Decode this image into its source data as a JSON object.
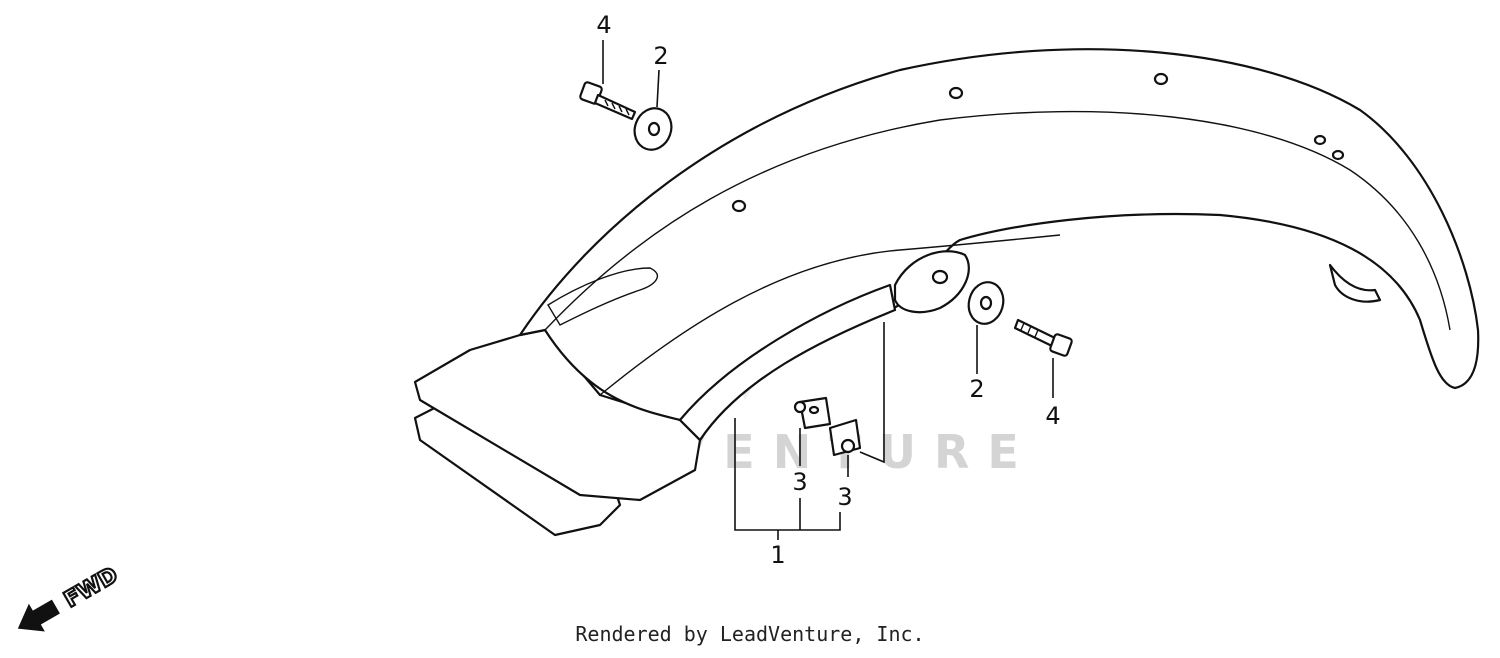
{
  "watermark": "LEADVENTURE",
  "fwd_label": "FWD",
  "footer": "Rendered by LeadVenture, Inc.",
  "callouts": {
    "bolt_top": "4",
    "washer_top": "2",
    "washer_right": "2",
    "bolt_right": "4",
    "clip_left": "3",
    "clip_right": "3",
    "fender": "1"
  }
}
